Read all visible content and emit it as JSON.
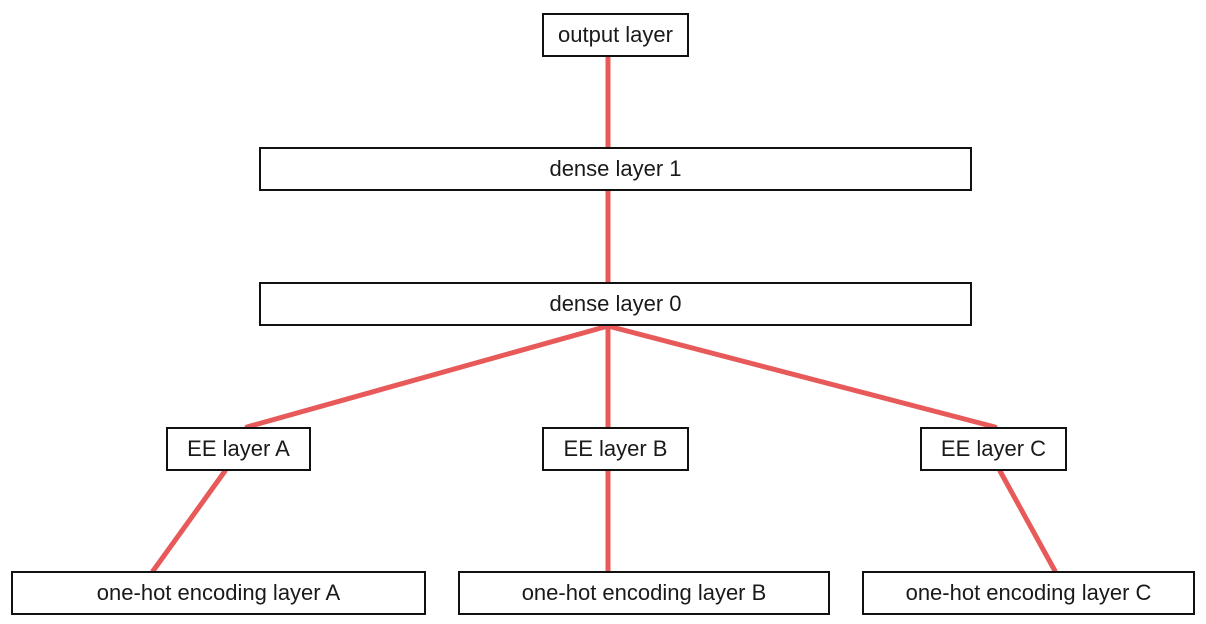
{
  "edge_color": "#e85a5a",
  "nodes": {
    "output": "output layer",
    "dense1": "dense layer 1",
    "dense0": "dense layer 0",
    "ee_a": "EE layer A",
    "ee_b": "EE layer B",
    "ee_c": "EE layer C",
    "onehot_a": "one-hot encoding layer A",
    "onehot_b": "one-hot encoding layer B",
    "onehot_c": "one-hot encoding layer C"
  },
  "edges": [
    {
      "from": "dense1",
      "to": "output"
    },
    {
      "from": "dense0",
      "to": "dense1"
    },
    {
      "from": "ee_a",
      "to": "dense0"
    },
    {
      "from": "ee_b",
      "to": "dense0"
    },
    {
      "from": "ee_c",
      "to": "dense0"
    },
    {
      "from": "onehot_a",
      "to": "ee_a"
    },
    {
      "from": "onehot_b",
      "to": "ee_b"
    },
    {
      "from": "onehot_c",
      "to": "ee_c"
    }
  ]
}
